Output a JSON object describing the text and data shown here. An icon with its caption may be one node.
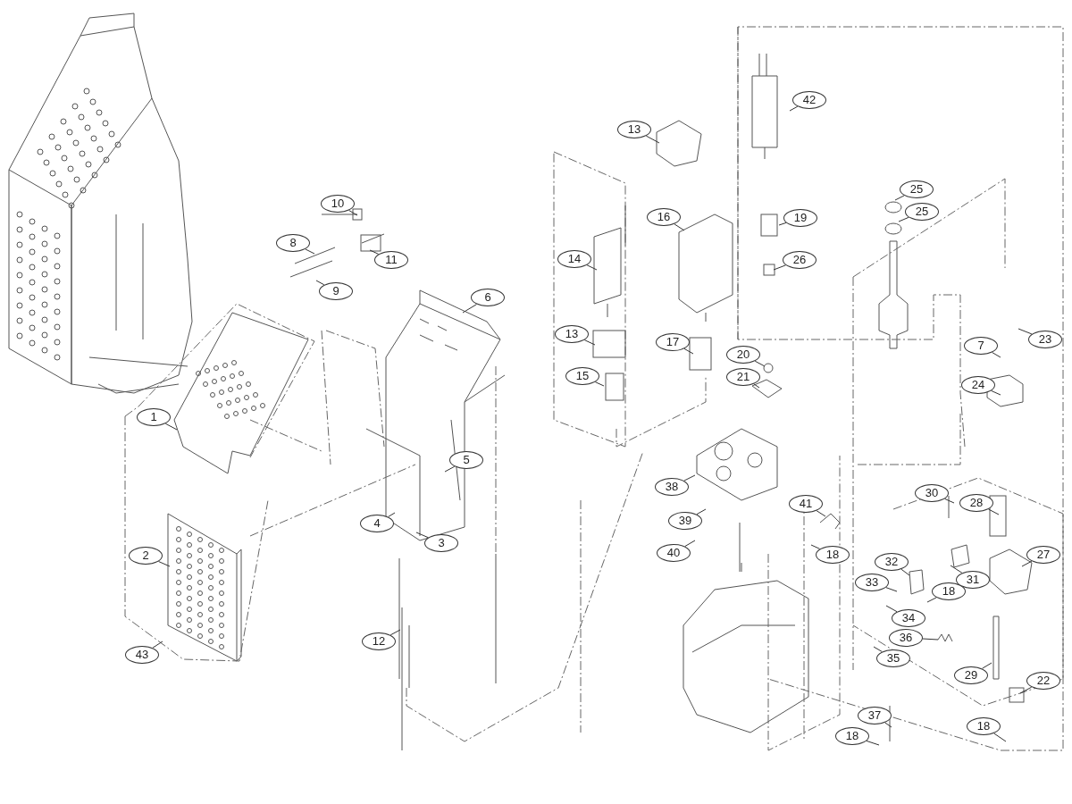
{
  "diagram": {
    "nodes": [
      {
        "text": [
          "10"
        ]
      },
      {
        "text": [
          "8"
        ]
      },
      {
        "text": [
          "11"
        ]
      },
      {
        "text": [
          "9"
        ]
      },
      {
        "text": [
          "6"
        ]
      },
      {
        "text": [
          "1"
        ]
      },
      {
        "text": [
          "5"
        ]
      },
      {
        "text": [
          "4"
        ]
      },
      {
        "text": [
          "3"
        ]
      },
      {
        "text": [
          "2"
        ]
      },
      {
        "text": [
          "12"
        ]
      },
      {
        "text": [
          "43"
        ]
      },
      {
        "text": [
          "13"
        ]
      },
      {
        "text": [
          "42"
        ]
      },
      {
        "text": [
          "16"
        ]
      },
      {
        "text": [
          "19"
        ]
      },
      {
        "text": [
          "26"
        ]
      },
      {
        "text": [
          "25"
        ]
      },
      {
        "text": [
          "25"
        ]
      },
      {
        "text": [
          "14"
        ]
      },
      {
        "text": [
          "23"
        ]
      },
      {
        "text": [
          "13"
        ]
      },
      {
        "text": [
          "17"
        ]
      },
      {
        "text": [
          "20"
        ]
      },
      {
        "text": [
          "7"
        ]
      },
      {
        "text": [
          "15"
        ]
      },
      {
        "text": [
          "21"
        ]
      },
      {
        "text": [
          "24"
        ]
      },
      {
        "text": [
          "38"
        ]
      },
      {
        "text": [
          "30"
        ]
      },
      {
        "text": [
          "28"
        ]
      },
      {
        "text": [
          "41"
        ]
      },
      {
        "text": [
          "39"
        ]
      },
      {
        "text": [
          "18"
        ]
      },
      {
        "text": [
          "27"
        ]
      },
      {
        "text": [
          "40"
        ]
      },
      {
        "text": [
          "32"
        ]
      },
      {
        "text": [
          "33"
        ]
      },
      {
        "text": [
          "18"
        ]
      },
      {
        "text": [
          "31"
        ]
      },
      {
        "text": [
          "34"
        ]
      },
      {
        "text": [
          "36"
        ]
      },
      {
        "text": [
          "35"
        ]
      },
      {
        "text": [
          "29"
        ]
      },
      {
        "text": [
          "22"
        ]
      },
      {
        "text": [
          "37"
        ]
      },
      {
        "text": [
          "18"
        ]
      },
      {
        "text": [
          "18"
        ]
      }
    ],
    "edges": [
      {
        "from": 0,
        "to": null,
        "arrow": "none"
      },
      {
        "from": 1,
        "to": null,
        "arrow": "none"
      },
      {
        "from": 2,
        "to": null,
        "arrow": "none"
      },
      {
        "from": 3,
        "to": null,
        "arrow": "none"
      },
      {
        "from": 4,
        "to": null,
        "arrow": "none"
      },
      {
        "from": 5,
        "to": null,
        "arrow": "none"
      },
      {
        "from": 6,
        "to": null,
        "arrow": "none"
      },
      {
        "from": 7,
        "to": null,
        "arrow": "none"
      },
      {
        "from": 8,
        "to": null,
        "arrow": "none"
      },
      {
        "from": 9,
        "to": null,
        "arrow": "none"
      },
      {
        "from": 10,
        "to": null,
        "arrow": "none"
      },
      {
        "from": 11,
        "to": null,
        "arrow": "none"
      },
      {
        "from": 12,
        "to": null,
        "arrow": "none"
      },
      {
        "from": 13,
        "to": null,
        "arrow": "none"
      },
      {
        "from": 14,
        "to": null,
        "arrow": "none"
      },
      {
        "from": 15,
        "to": null,
        "arrow": "none"
      },
      {
        "from": 16,
        "to": null,
        "arrow": "none"
      },
      {
        "from": 17,
        "to": null,
        "arrow": "none"
      },
      {
        "from": 18,
        "to": null,
        "arrow": "none"
      },
      {
        "from": 19,
        "to": null,
        "arrow": "none"
      },
      {
        "from": 20,
        "to": null,
        "arrow": "none"
      },
      {
        "from": 21,
        "to": null,
        "arrow": "none"
      },
      {
        "from": 22,
        "to": null,
        "arrow": "none"
      },
      {
        "from": 23,
        "to": null,
        "arrow": "none"
      },
      {
        "from": 24,
        "to": null,
        "arrow": "none"
      },
      {
        "from": 25,
        "to": null,
        "arrow": "none"
      },
      {
        "from": 26,
        "to": null,
        "arrow": "none"
      },
      {
        "from": 27,
        "to": null,
        "arrow": "none"
      },
      {
        "from": 28,
        "to": null,
        "arrow": "none"
      },
      {
        "from": 29,
        "to": null,
        "arrow": "none"
      },
      {
        "from": 30,
        "to": null,
        "arrow": "none"
      },
      {
        "from": 31,
        "to": null,
        "arrow": "none"
      },
      {
        "from": 32,
        "to": null,
        "arrow": "none"
      },
      {
        "from": 33,
        "to": null,
        "arrow": "none"
      },
      {
        "from": 34,
        "to": null,
        "arrow": "none"
      },
      {
        "from": 35,
        "to": null,
        "arrow": "none"
      },
      {
        "from": 36,
        "to": null,
        "arrow": "none"
      },
      {
        "from": 37,
        "to": null,
        "arrow": "none"
      },
      {
        "from": 38,
        "to": null,
        "arrow": "none"
      },
      {
        "from": 39,
        "to": null,
        "arrow": "none"
      },
      {
        "from": 40,
        "to": null,
        "arrow": "none"
      },
      {
        "from": 41,
        "to": null,
        "arrow": "none"
      },
      {
        "from": 42,
        "to": null,
        "arrow": "none"
      },
      {
        "from": 43,
        "to": null,
        "arrow": "none"
      },
      {
        "from": 44,
        "to": null,
        "arrow": "none"
      },
      {
        "from": 45,
        "to": null,
        "arrow": "none"
      },
      {
        "from": 46,
        "to": null,
        "arrow": "none"
      },
      {
        "from": 47,
        "to": null,
        "arrow": "none"
      }
    ]
  }
}
